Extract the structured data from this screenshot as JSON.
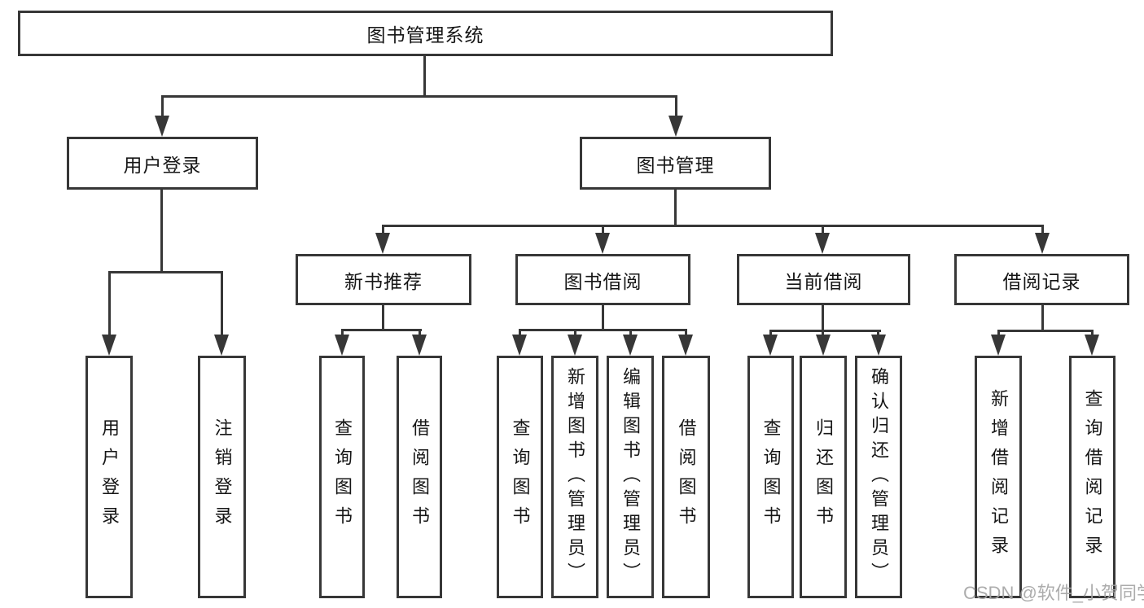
{
  "diagram": {
    "title_node": {
      "label": "图书管理系统"
    },
    "level2": [
      {
        "label": "用户登录"
      },
      {
        "label": "图书管理"
      }
    ],
    "level3": [
      {
        "label": "新书推荐",
        "parent": "图书管理"
      },
      {
        "label": "图书借阅",
        "parent": "图书管理"
      },
      {
        "label": "当前借阅",
        "parent": "图书管理"
      },
      {
        "label": "借阅记录",
        "parent": "图书管理"
      }
    ],
    "leaves": [
      {
        "label": "用户登录",
        "parent": "用户登录"
      },
      {
        "label": "注销登录",
        "parent": "用户登录"
      },
      {
        "label": "查询图书",
        "parent": "新书推荐"
      },
      {
        "label": "借阅图书",
        "parent": "新书推荐"
      },
      {
        "label": "查询图书",
        "parent": "图书借阅"
      },
      {
        "label": "新增图书（管理员）",
        "parent": "图书借阅"
      },
      {
        "label": "编辑图书（管理员）",
        "parent": "图书借阅"
      },
      {
        "label": "借阅图书",
        "parent": "图书借阅"
      },
      {
        "label": "查询图书",
        "parent": "当前借阅"
      },
      {
        "label": "归还图书",
        "parent": "当前借阅"
      },
      {
        "label": "确认归还（管理员）",
        "parent": "当前借阅"
      },
      {
        "label": "新增借阅记录",
        "parent": "借阅记录"
      },
      {
        "label": "查询借阅记录",
        "parent": "借阅记录"
      }
    ],
    "colors": {
      "line": "#373737",
      "text": "#161616",
      "background": "#ffffff",
      "watermark": "#a6a6a6"
    }
  },
  "watermark": {
    "text": "CSDN @软件_小贺同学"
  }
}
